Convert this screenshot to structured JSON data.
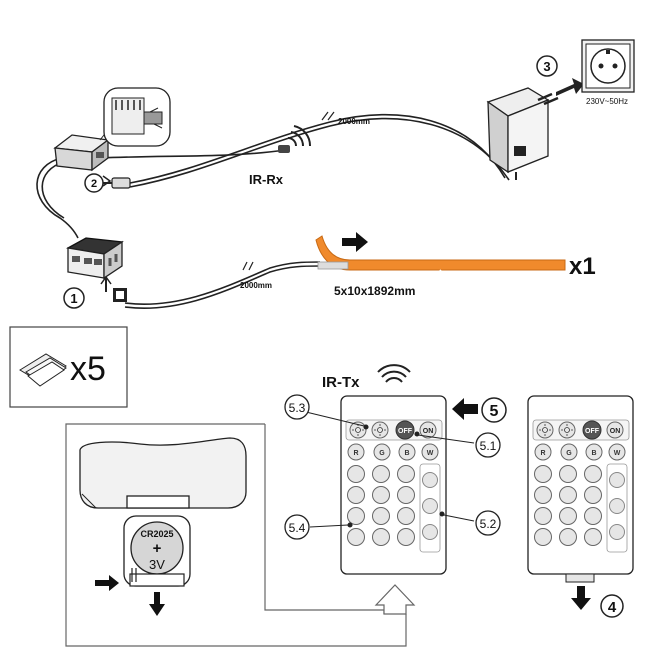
{
  "labels": {
    "cable_top": "2000mm",
    "cable_bottom": "2000mm",
    "ir_rx": "IR-Rx",
    "ir_tx": "IR-Tx",
    "strip_size": "5x10x1892mm",
    "strip_qty": "x1",
    "pads_qty": "x5",
    "socket_voltage": "230V~50Hz",
    "battery_type": "CR2025",
    "battery_plus": "+",
    "battery_voltage": "3V"
  },
  "steps": [
    "1",
    "2",
    "3",
    "4",
    "5"
  ],
  "callouts": [
    "5.1",
    "5.2",
    "5.3",
    "5.4"
  ],
  "remote": {
    "top_buttons": [
      "OFF",
      "ON"
    ],
    "color_buttons": [
      "R",
      "G",
      "B",
      "W"
    ]
  },
  "colors": {
    "strip": "#f08a2c",
    "line": "#222222",
    "button": "#e6e6e6"
  }
}
